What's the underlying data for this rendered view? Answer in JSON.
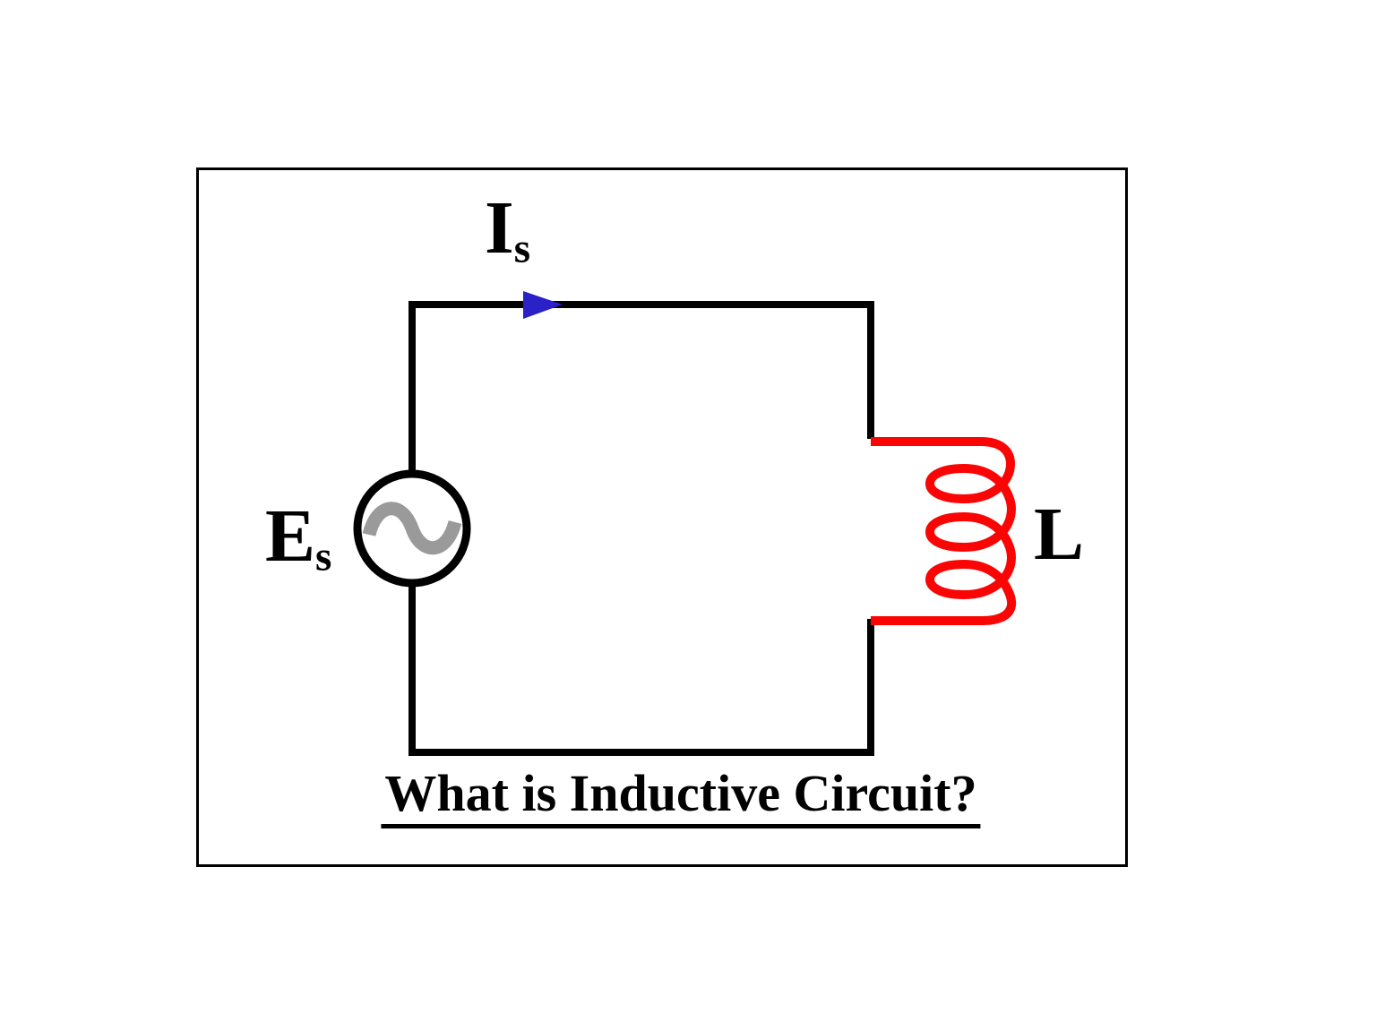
{
  "diagram": {
    "title": "What is Inductive Circuit?",
    "labels": {
      "current": {
        "base": "I",
        "sub": "s"
      },
      "source": {
        "base": "E",
        "sub": "s"
      },
      "inductor": {
        "base": "L"
      }
    },
    "colors": {
      "border": "#000000",
      "wire": "#000000",
      "coil": "#fa0404",
      "arrow": "#2a21c7",
      "sine": "#9a9a9a"
    }
  }
}
